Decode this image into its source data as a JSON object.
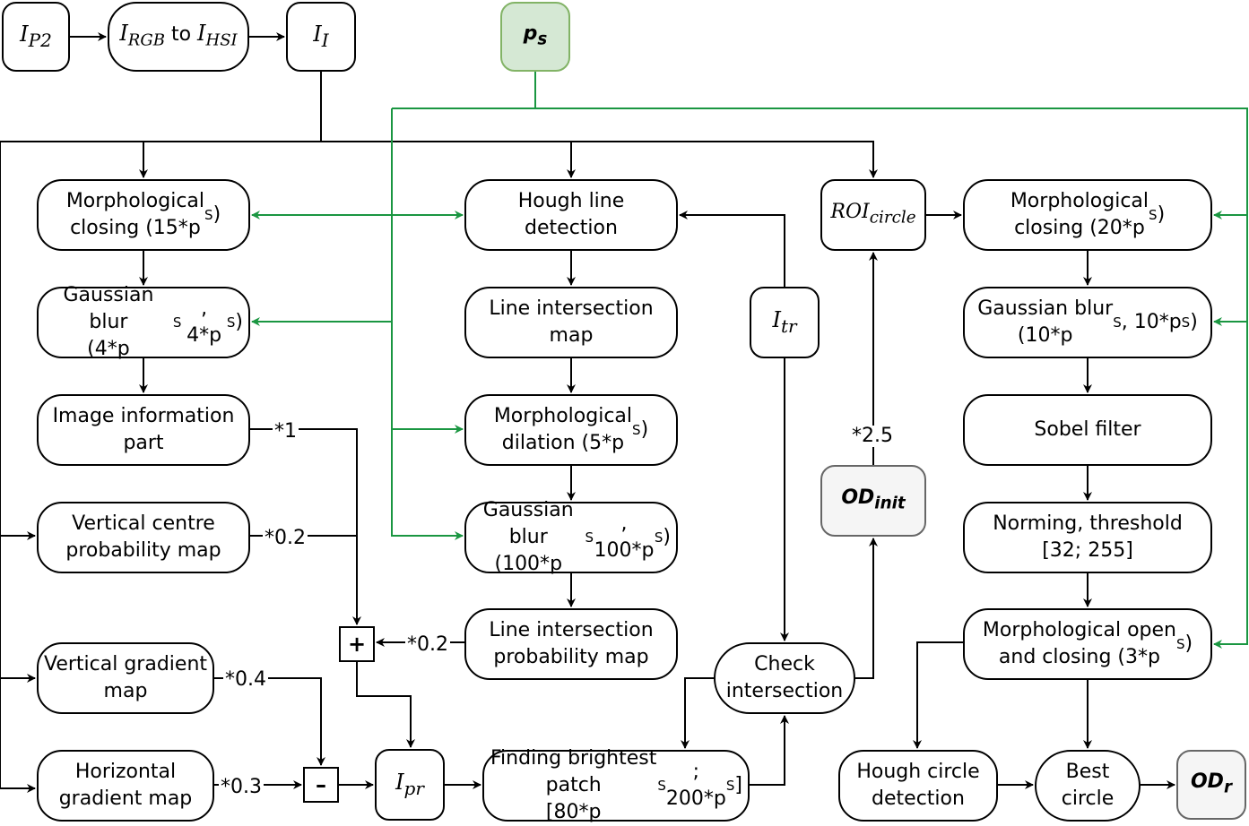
{
  "source": {
    "base": "I",
    "sub": "P2"
  },
  "convert": {
    "a": "I",
    "a_sub": "RGB",
    "mid": " to ",
    "b": "I",
    "b_sub": "HSI"
  },
  "image_i": {
    "base": "I",
    "sub": "I"
  },
  "ps": {
    "base": "p",
    "sub": "s"
  },
  "left": {
    "closing": "Morphological\nclosing (15*pS)",
    "blur": "Gaussian blur\n(4*pS, 4*pS)",
    "info": "Image information\npart",
    "vcentre": "Vertical centre\nprobability map",
    "vgrad": "Vertical gradient\nmap",
    "hgrad": "Horizontal\ngradient map"
  },
  "middle": {
    "hough_line": "Hough line\ndetection",
    "line_map": "Line intersection\nmap",
    "dilation": "Morphological\ndilation (5*pS)",
    "blur": "Gaussian blur\n(100*pS, 100*pS)",
    "line_prob": "Line intersection\nprobability map",
    "brightest": "Finding brightest patch\n[80*pS; 200*pS]"
  },
  "ops": {
    "plus": "+",
    "minus": "–"
  },
  "i_pr": {
    "base": "I",
    "sub": "pr"
  },
  "i_tr": {
    "base": "I",
    "sub": "tr"
  },
  "check": "Check\nintersection",
  "roi": {
    "base": "ROI",
    "sub": "circle"
  },
  "od_init": {
    "base": "OD",
    "sub": "init"
  },
  "right": {
    "closing": "Morphological\nclosing (20*pS)",
    "blur": "Gaussian blur\n(10*pS, 10*pS)",
    "sobel": "Sobel filter",
    "norm": "Norming, threshold\n[32; 255]",
    "open": "Morphological open\nand closing (3*pS)",
    "hough_circle": "Hough circle\ndetection",
    "best": "Best\ncircle"
  },
  "od_r": {
    "base": "OD",
    "sub": "r"
  },
  "weights": {
    "w1": "*1",
    "w02a": "*0.2",
    "w02b": "*0.2",
    "w04": "*0.4",
    "w03": "*0.3",
    "w25": "*2.5"
  },
  "colors": {
    "edge": "#000000",
    "param_edge": "#1a9641",
    "ps_fill": "#d5e8d4",
    "result_fill": "#f5f5f5"
  }
}
